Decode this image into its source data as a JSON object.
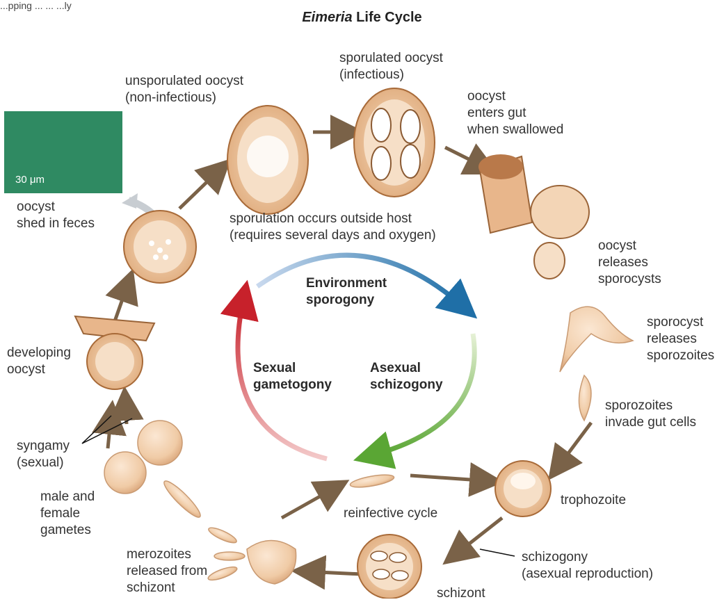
{
  "diagram": {
    "title_italic": "Eimeria",
    "title_rest": "Life Cycle",
    "top_crop_text": "...pping ... ... ...ly",
    "micrograph_scale": "30 μm",
    "stages": {
      "unsporulated": "unsporulated oocyst\n(non-infectious)",
      "sporulated": "sporulated oocyst\n(infectious)",
      "enters_gut": "oocyst\nenters gut\nwhen swallowed",
      "releases_sporocysts": "oocyst\nreleases\nsporocysts",
      "sporocyst_releases": "sporocyst\nreleases\nsporozoites",
      "sporozoites_invade": "sporozoites\ninvade gut cells",
      "trophozoite": "trophozoite",
      "schizogony": "schizogony\n(asexual reproduction)",
      "schizont": "schizont",
      "merozoites": "merozoites\nreleased from\nschizont",
      "reinfective": "reinfective cycle",
      "gametes": "male and\nfemale\ngametes",
      "syngamy": "syngamy\n(sexual)",
      "developing": "developing\noocyst",
      "shed": "oocyst\nshed in feces",
      "sporulation_note": "sporulation occurs outside host\n(requires several days and oxygen)"
    },
    "center": {
      "environment": "Environment\nsporogony",
      "sexual": "Sexual\ngametogony",
      "asexual": "Asexual\nschizogony"
    }
  }
}
